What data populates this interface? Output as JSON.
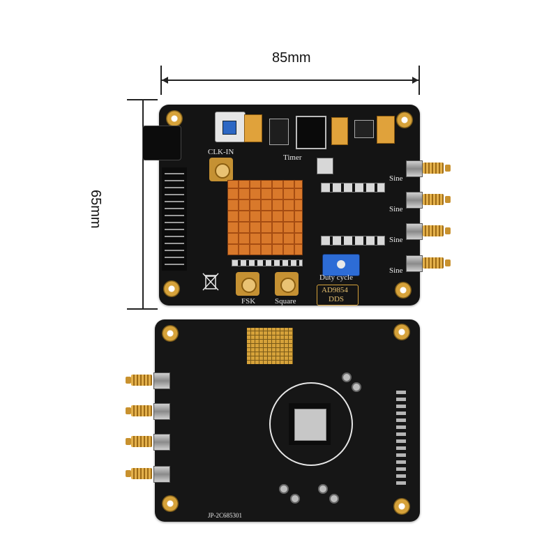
{
  "dimensions": {
    "width_label": "85mm",
    "height_label": "65mm"
  },
  "board_front": {
    "labels": {
      "clk_in": "CLK-IN",
      "timer": "Timer",
      "sine_1": "Sine",
      "sine_2": "Sine",
      "sine_3": "Sine",
      "sine_4": "Sine",
      "fsk": "FSK",
      "square": "Square",
      "duty_cycle": "Duty cycle",
      "chip": "AD9854",
      "dds": "DDS"
    }
  },
  "board_back": {
    "labels": {
      "serial": "JP-2C685301"
    }
  },
  "colors": {
    "pcb": "#141414",
    "gold": "#d6a23a",
    "heatsink": "#d9792b",
    "silk": "#e8e8e8"
  },
  "icons": [
    "weee-bin-icon",
    "sma-connector-icon",
    "mounting-hole-icon",
    "push-button-icon",
    "potentiometer-icon"
  ]
}
